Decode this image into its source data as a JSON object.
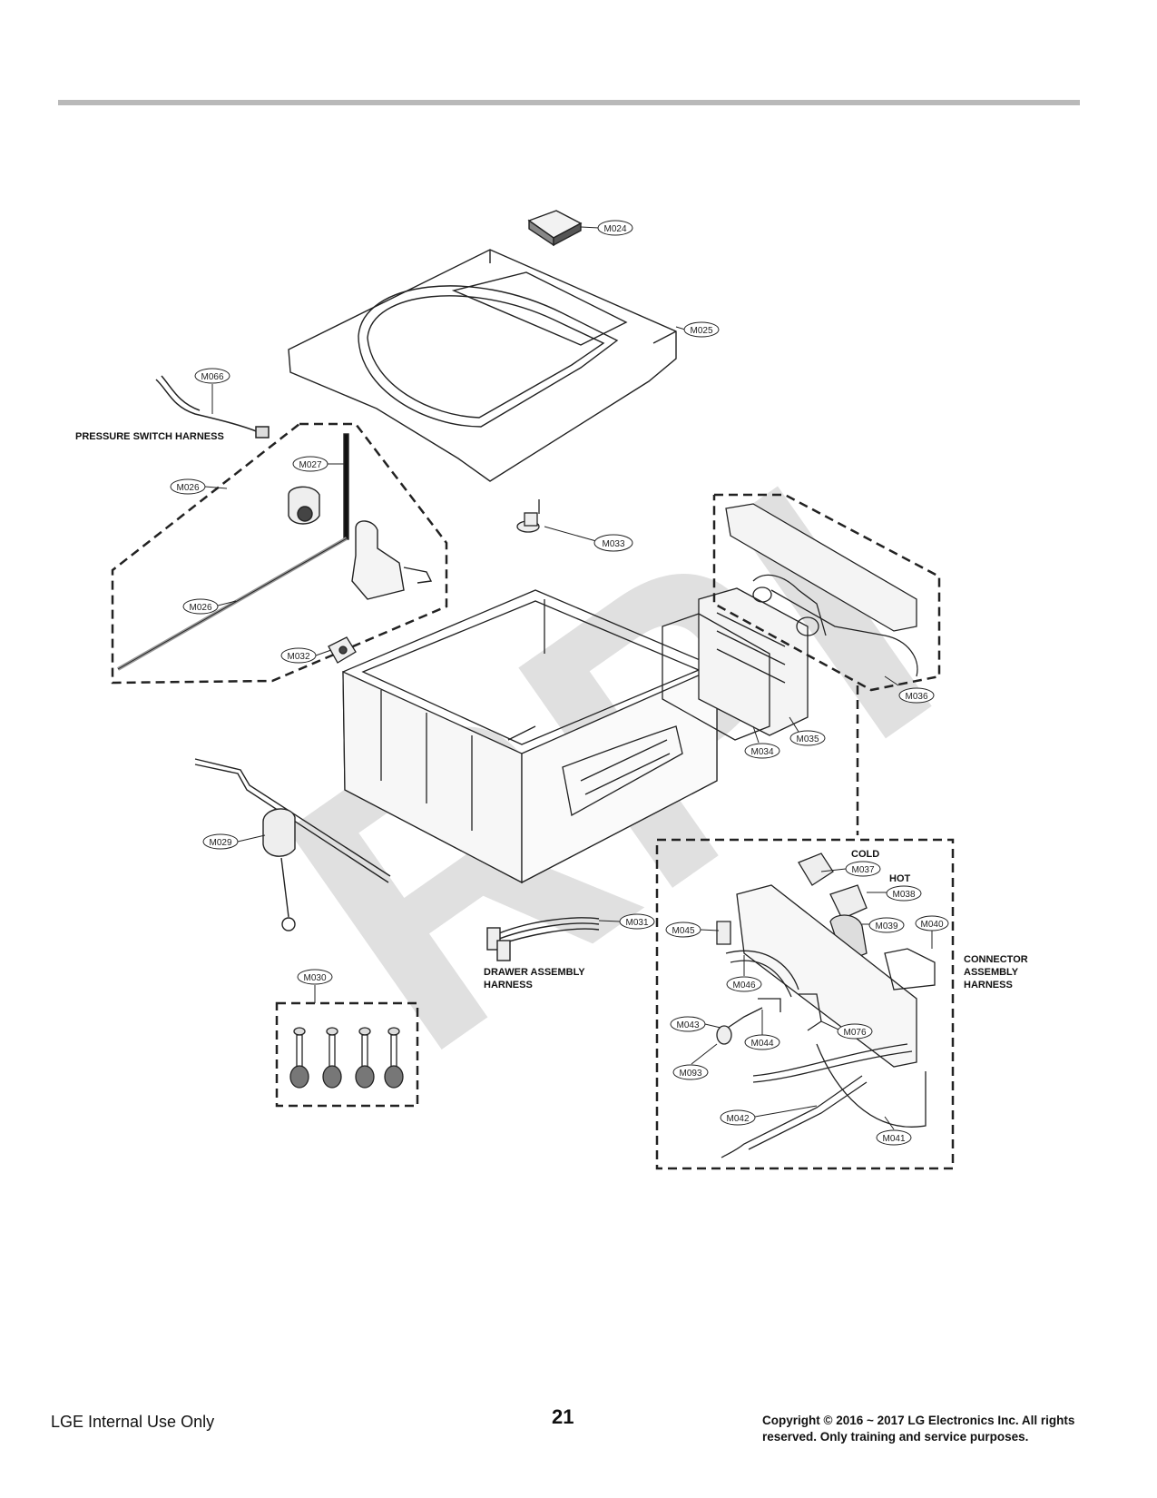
{
  "callouts": [
    {
      "id": "M024",
      "label": "M024"
    },
    {
      "id": "M025",
      "label": "M025"
    },
    {
      "id": "M066",
      "label": "M066"
    },
    {
      "id": "M027",
      "label": "M027"
    },
    {
      "id": "M026a",
      "label": "M026"
    },
    {
      "id": "M026b",
      "label": "M026"
    },
    {
      "id": "M033",
      "label": "M033"
    },
    {
      "id": "M032",
      "label": "M032"
    },
    {
      "id": "M036",
      "label": "M036"
    },
    {
      "id": "M035",
      "label": "M035"
    },
    {
      "id": "M034",
      "label": "M034"
    },
    {
      "id": "M029",
      "label": "M029"
    },
    {
      "id": "M031",
      "label": "M031"
    },
    {
      "id": "M030",
      "label": "M030"
    },
    {
      "id": "M037",
      "label": "M037"
    },
    {
      "id": "M038",
      "label": "M038"
    },
    {
      "id": "M039",
      "label": "M039"
    },
    {
      "id": "M040",
      "label": "M040"
    },
    {
      "id": "M045",
      "label": "M045"
    },
    {
      "id": "M046",
      "label": "M046"
    },
    {
      "id": "M043",
      "label": "M043"
    },
    {
      "id": "M044",
      "label": "M044"
    },
    {
      "id": "M076",
      "label": "M076"
    },
    {
      "id": "M093",
      "label": "M093"
    },
    {
      "id": "M042",
      "label": "M042"
    },
    {
      "id": "M041",
      "label": "M041"
    }
  ],
  "labels": {
    "pressure_switch": "PRESSURE SWITCH HARNESS",
    "drawer_1": "DRAWER ASSEMBLY",
    "drawer_2": "HARNESS",
    "connector_1": "CONNECTOR",
    "connector_2": "ASSEMBLY",
    "connector_3": "HARNESS",
    "cold": "COLD",
    "hot": "HOT"
  },
  "watermark": "RPI",
  "footer": {
    "left": "LGE Internal Use Only",
    "page": "21",
    "copyright_1": "Copyright © 2016 ~ 2017 LG Electronics Inc. All rights",
    "copyright_2": "reserved. Only training and service purposes."
  }
}
